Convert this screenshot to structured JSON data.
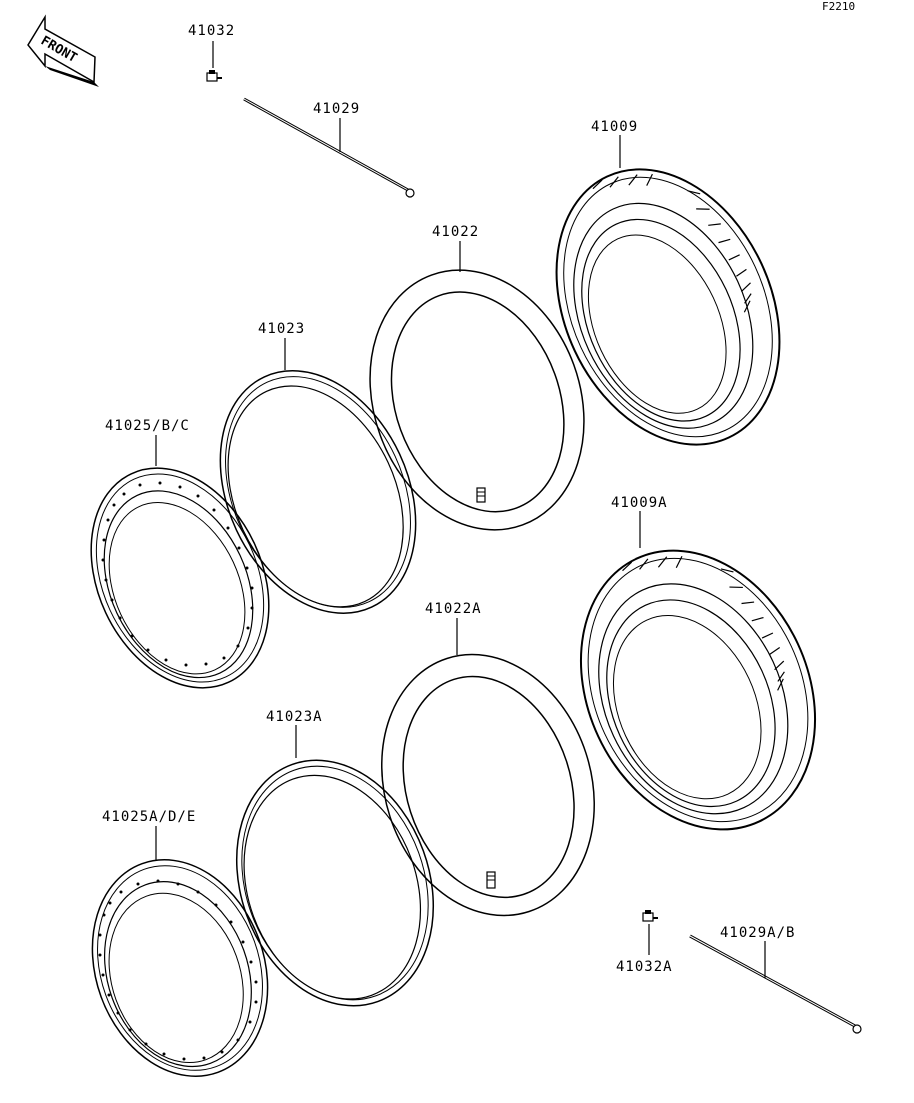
{
  "figure_code": "F2210",
  "front_label": "FRONT",
  "parts": {
    "p41032": "41032",
    "p41029": "41029",
    "p41009": "41009",
    "p41022": "41022",
    "p41023": "41023",
    "p41025": "41025/B/C",
    "p41009A": "41009A",
    "p41022A": "41022A",
    "p41023A": "41023A",
    "p41025A": "41025A/D/E",
    "p41029A": "41029A/B",
    "p41032A": "41032A"
  }
}
